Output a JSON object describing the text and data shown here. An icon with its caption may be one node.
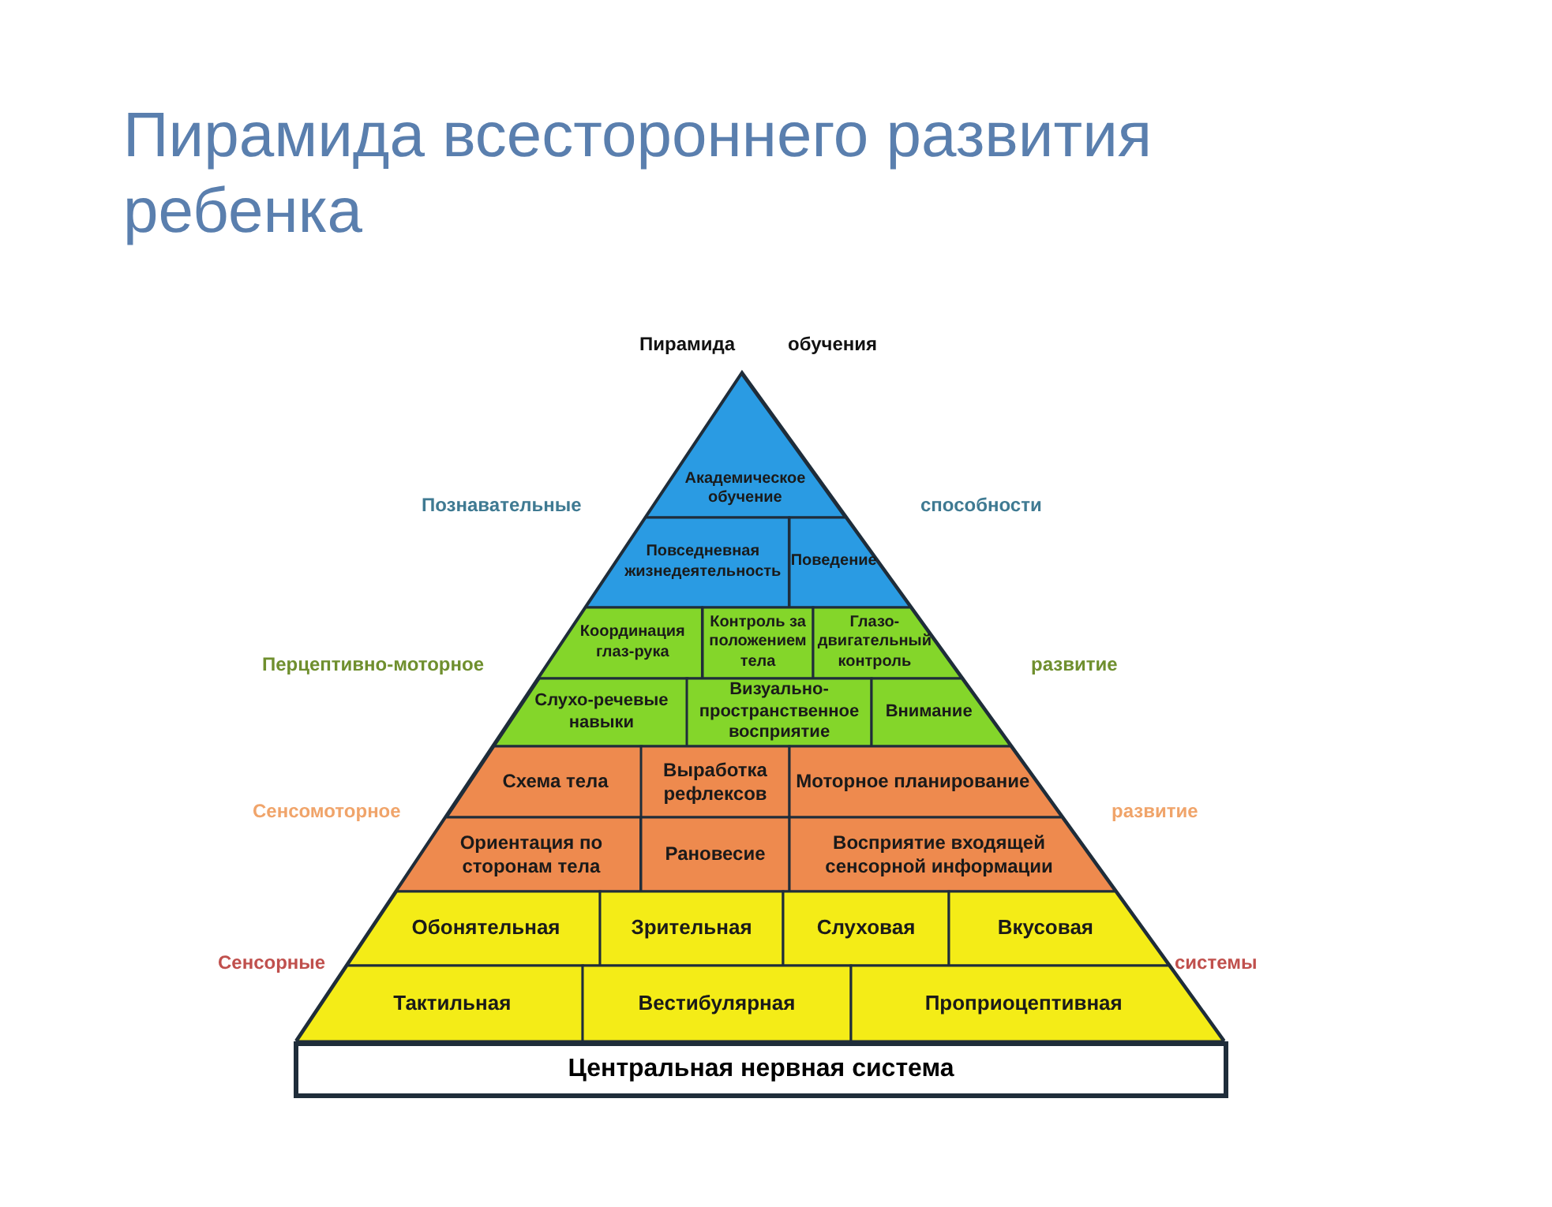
{
  "diagram": {
    "title": "Пирамида всестороннего развития ребенка",
    "nodes": [
      {
        "text": [
          "Академическое обучение"
        ]
      },
      {
        "text": [
          "Повседневная жизнедеятельность"
        ]
      },
      {
        "text": [
          "Поведение"
        ]
      },
      {
        "text": [
          "Координация глаз-рука"
        ]
      },
      {
        "text": [
          "Контроль за положением тела"
        ]
      },
      {
        "text": [
          "Глазо-двигательный контроль"
        ]
      },
      {
        "text": [
          "Слухо-речевые навыки"
        ]
      },
      {
        "text": [
          "Визуально-пространственное восприятие"
        ]
      },
      {
        "text": [
          "Внимание"
        ]
      },
      {
        "text": [
          "Схема тела"
        ]
      },
      {
        "text": [
          "Выработка рефлексов"
        ]
      },
      {
        "text": [
          "Моторное планирование"
        ]
      },
      {
        "text": [
          "Ориентация по сторонам тела"
        ]
      },
      {
        "text": [
          "Рановесие"
        ]
      },
      {
        "text": [
          "Восприятие входящей сенсорной информации"
        ]
      },
      {
        "text": [
          "Обонятельная"
        ]
      },
      {
        "text": [
          "Зрительная"
        ]
      },
      {
        "text": [
          "Слуховая"
        ]
      },
      {
        "text": [
          "Вкусовая"
        ]
      },
      {
        "text": [
          "Тактильная"
        ]
      },
      {
        "text": [
          "Вестибулярная"
        ]
      },
      {
        "text": [
          "Проприоцептивная"
        ]
      },
      {
        "text": [
          "Центральная нервная система"
        ]
      }
    ],
    "labels": [
      "Пирамида",
      "обучения",
      "Познавательные",
      "способности",
      "Перцептивно-моторное",
      "развитие",
      "Сенсомоторное",
      "развитие",
      "Сенсорные",
      "системы"
    ]
  }
}
